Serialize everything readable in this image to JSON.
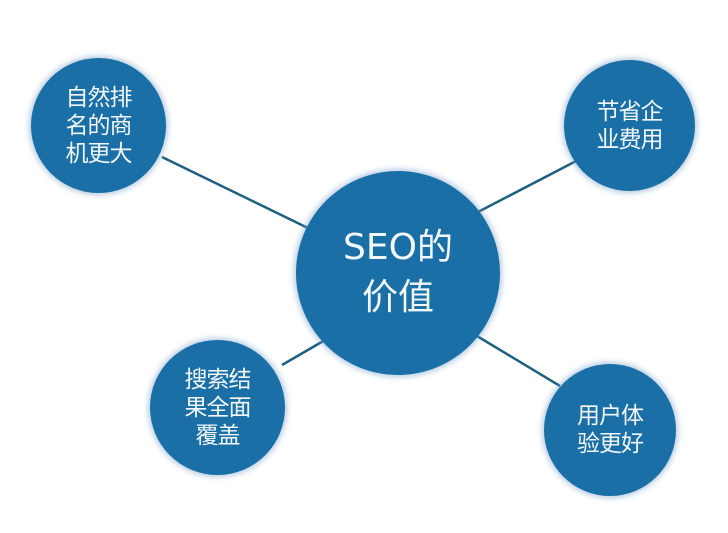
{
  "diagram": {
    "center": {
      "lines": [
        "SEO的",
        "价值"
      ]
    },
    "nodes": [
      {
        "id": "top-left",
        "lines": [
          "自然排",
          "名的商",
          "机更大"
        ]
      },
      {
        "id": "top-right",
        "lines": [
          "节省企",
          "业费用"
        ]
      },
      {
        "id": "bottom-left",
        "lines": [
          "搜索结",
          "果全面",
          "覆盖"
        ]
      },
      {
        "id": "bottom-right",
        "lines": [
          "用户体",
          "验更好"
        ]
      }
    ],
    "colors": {
      "node_fill": "#1a6fa6",
      "connector": "#1f5f82",
      "text": "#f2f7fb",
      "background": "#ffffff"
    }
  }
}
